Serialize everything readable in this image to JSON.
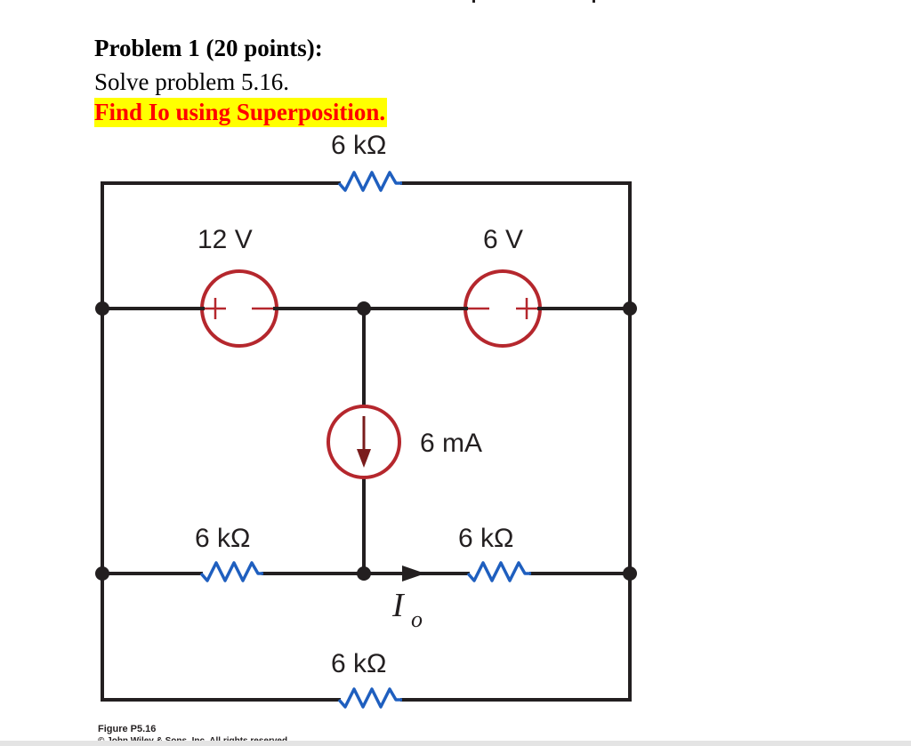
{
  "problem": {
    "title": "Problem 1 (20 points):",
    "subtitle": "Solve problem 5.16.",
    "instruction": "Find Io using Superposition."
  },
  "circuit": {
    "top_resistor_label": "6 kΩ",
    "source_12v_label": "12 V",
    "source_6v_label": "6 V",
    "current_source_label": "6 mA",
    "left_resistor_label": "6 kΩ",
    "right_resistor_label": "6 kΩ",
    "bottom_resistor_label": "6 kΩ",
    "io_main": "I",
    "io_sub": "o",
    "colors": {
      "wire": "#231f20",
      "source_outline": "#b5272d",
      "resistor": "#1f5fbf",
      "arrow": "#7a1c1c"
    }
  },
  "figure": {
    "caption": "Figure P5.16",
    "copyright": "© John Wiley & Sons, Inc. All rights reserved."
  }
}
